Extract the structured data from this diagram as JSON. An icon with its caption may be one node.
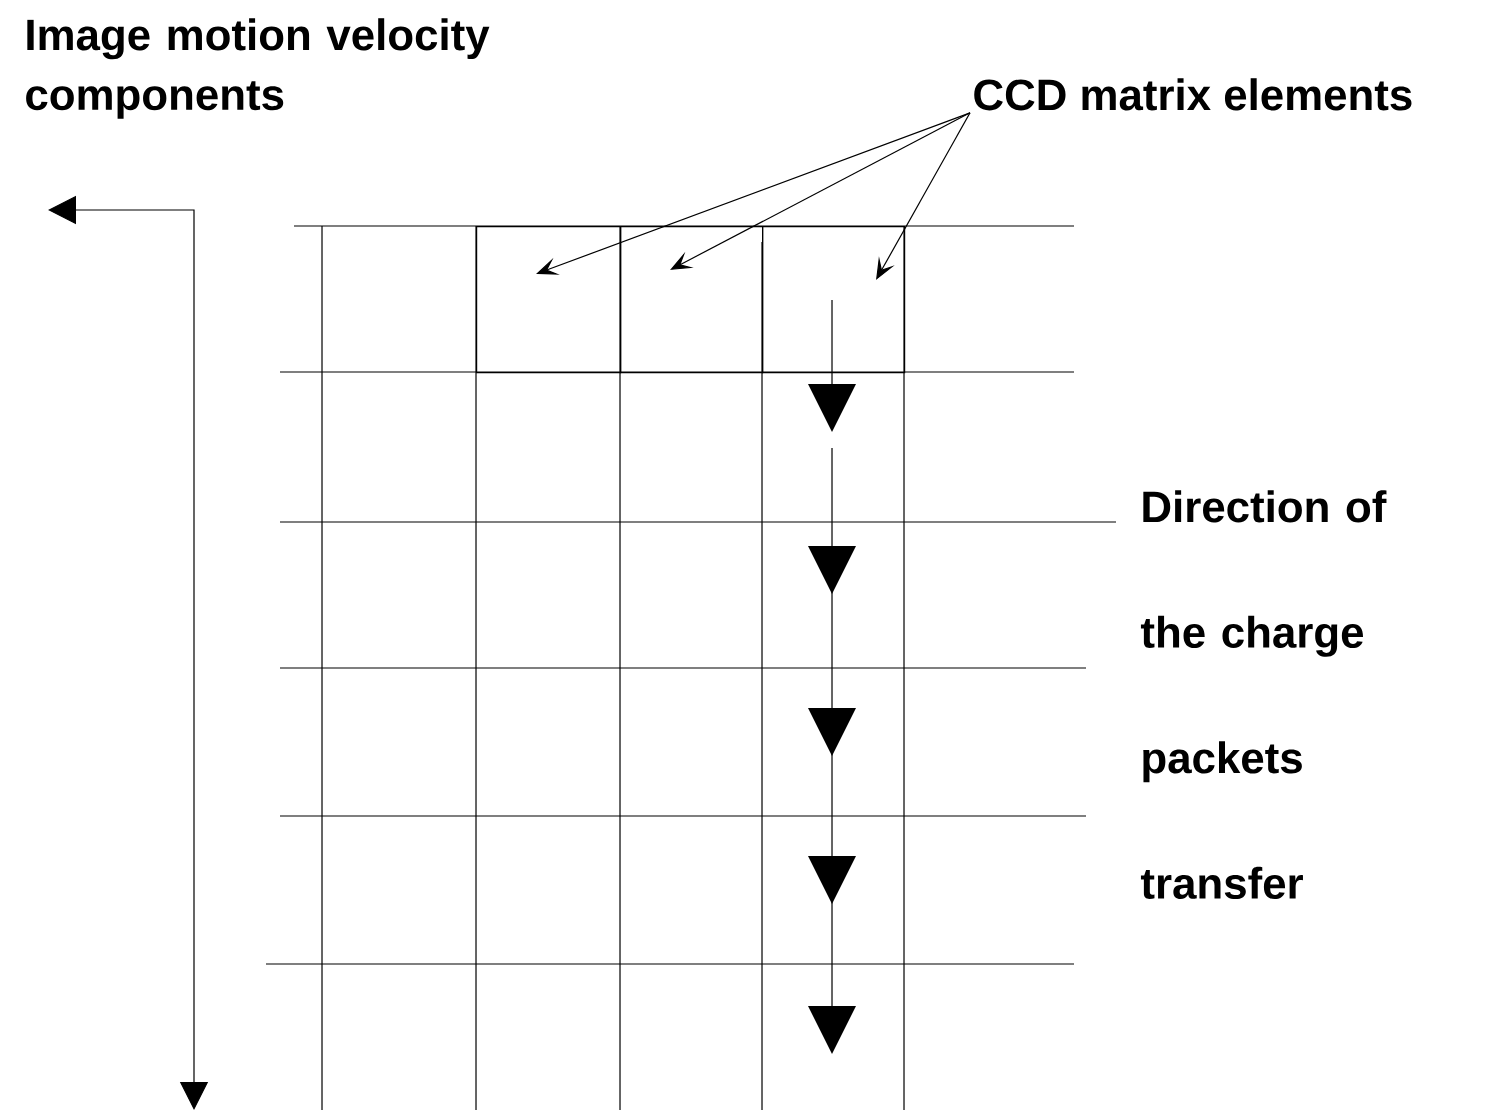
{
  "diagram": {
    "nodes": [
      {
        "text": [
          "CCD matrix elements"
        ]
      },
      {
        "text": [],
        "shape": "box"
      },
      {
        "text": [],
        "shape": "box"
      },
      {
        "text": [],
        "shape": "box"
      }
    ],
    "edges": [
      {
        "from": 0,
        "to": 1,
        "arrow": "to"
      },
      {
        "from": 0,
        "to": 2,
        "arrow": "to"
      },
      {
        "from": 0,
        "to": 3,
        "arrow": "to"
      }
    ],
    "labels": [
      "Image motion velocity components",
      "Direction of the charge packets transfer"
    ]
  }
}
